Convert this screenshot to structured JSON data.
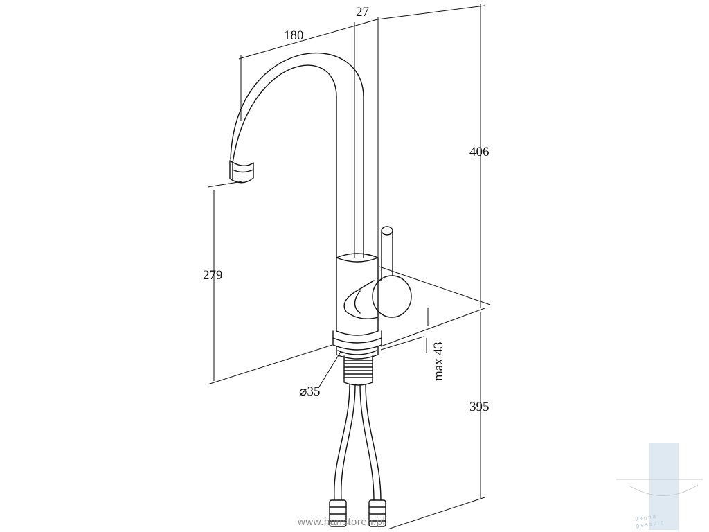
{
  "dimensions": {
    "spout_reach": "180",
    "offset": "27",
    "total_height": "406",
    "spout_height": "279",
    "mount_diameter": "⌀35",
    "max_thickness": "max 43",
    "hose_length": "395"
  },
  "footer": {
    "url": "www.hanstoren.pl"
  },
  "logo": {
    "text_line1": "vanna",
    "text_line2": "pessule",
    "color": "#c9dbe9"
  }
}
